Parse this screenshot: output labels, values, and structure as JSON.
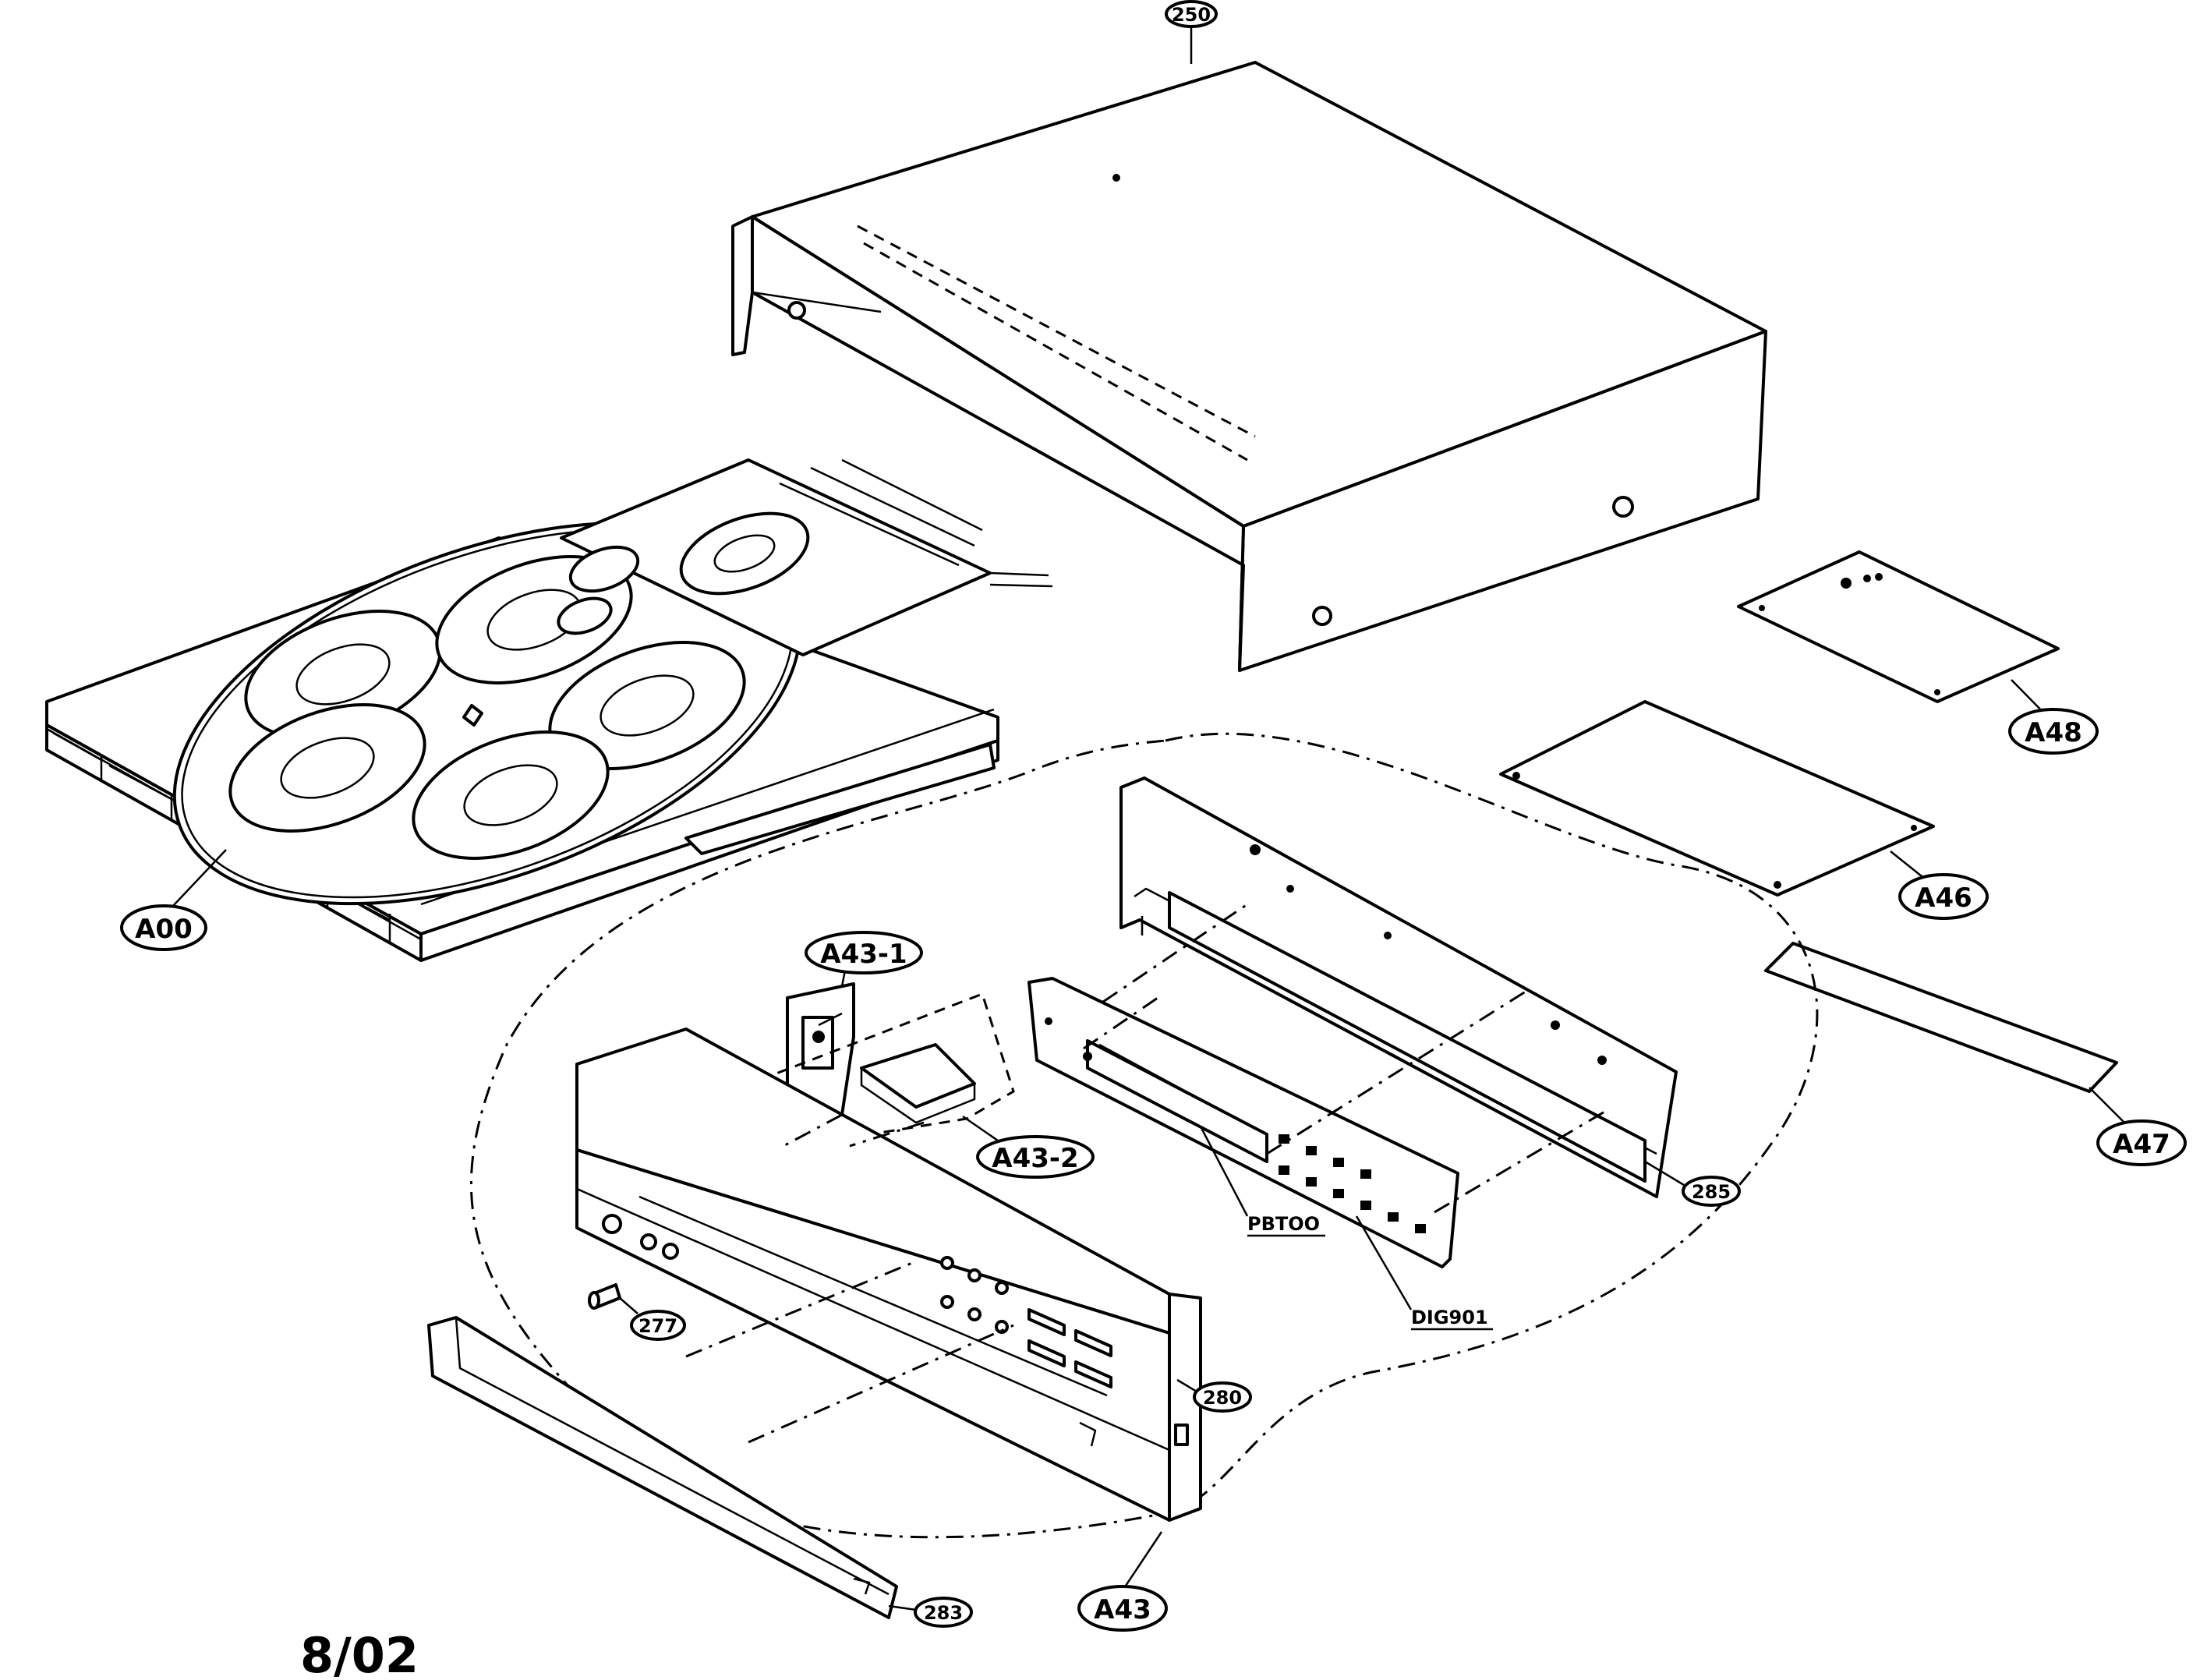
{
  "labels": {
    "top_cover": "250",
    "cd_mechanism": "A00",
    "board_a48": "A48",
    "board_a46": "A46",
    "board_a47": "A47",
    "board_a43_1": "A43-1",
    "board_a43_2": "A43-2",
    "front_assembly": "A43",
    "display_board": "285",
    "knob": "277",
    "front_panel": "280",
    "window_strip": "283",
    "display_pbtoo": "PBTOO",
    "display_dig901": "DIG901"
  },
  "date": "8/02"
}
